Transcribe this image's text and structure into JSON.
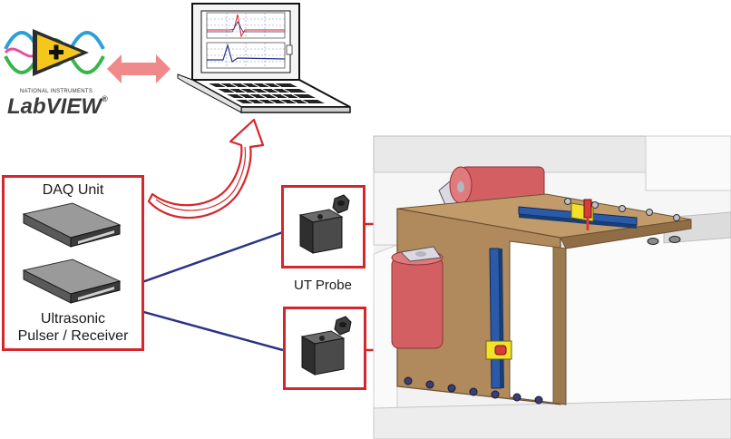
{
  "logo": {
    "company_line": "NATIONAL INSTRUMENTS",
    "product": "LabVIEW",
    "trademark": "®"
  },
  "components": {
    "daq_label": "DAQ Unit",
    "pulser_label_line1": "Ultrasonic",
    "pulser_label_line2": "Pulser / Receiver",
    "probe_label": "UT Probe"
  },
  "colors": {
    "box_border": "#d6262b",
    "cable": "#2b3286",
    "arrow_fill": "#f08a8a",
    "bracket": "#b08a5c",
    "cylinder": "#d45f63"
  }
}
